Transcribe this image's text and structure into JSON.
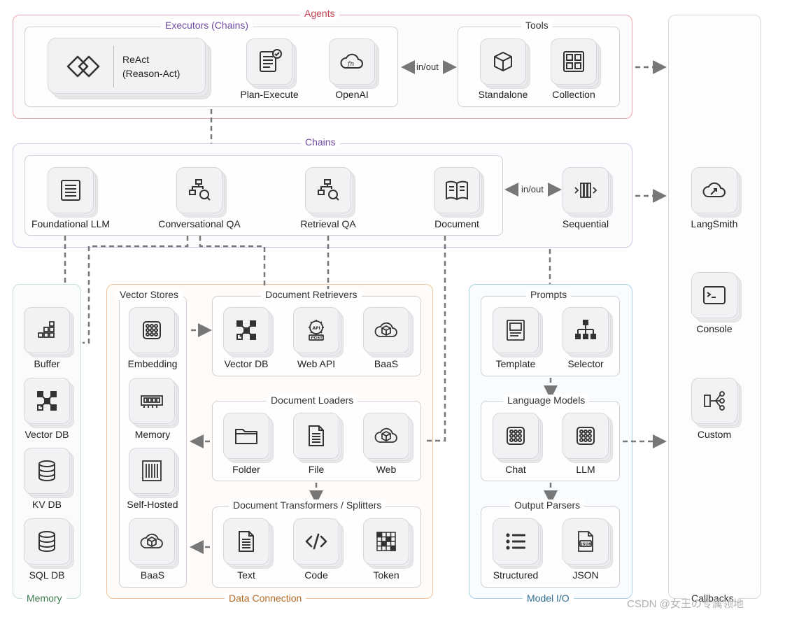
{
  "groups": {
    "agents": "Agents",
    "executors": "Executors (Chains)",
    "tools": "Tools",
    "chains": "Chains",
    "memory": "Memory",
    "data_connection": "Data Connection",
    "vector_stores": "Vector Stores",
    "document_retrievers": "Document Retrievers",
    "document_loaders": "Document Loaders",
    "document_transformers": "Document Transformers / Splitters",
    "model_io": "Model I/O",
    "prompts": "Prompts",
    "language_models": "Language Models",
    "output_parsers": "Output Parsers",
    "callbacks": "Callbacks"
  },
  "nodes": {
    "react_line1": "ReAct",
    "react_line2": "(Reason-Act)",
    "plan_execute": "Plan-Execute",
    "openai": "OpenAI",
    "standalone": "Standalone",
    "collection": "Collection",
    "foundational_llm": "Foundational LLM",
    "conversational_qa": "Conversational QA",
    "retrieval_qa": "Retrieval QA",
    "document": "Document",
    "sequential": "Sequential",
    "langsmith": "LangSmith",
    "console": "Console",
    "custom": "Custom",
    "buffer": "Buffer",
    "memory_vector_db": "Vector DB",
    "kv_db": "KV DB",
    "sql_db": "SQL DB",
    "embedding": "Embedding",
    "vs_memory": "Memory",
    "self_hosted": "Self-Hosted",
    "vs_baas": "BaaS",
    "retr_vector_db": "Vector DB",
    "web_api": "Web API",
    "retr_baas": "BaaS",
    "folder": "Folder",
    "file": "File",
    "web": "Web",
    "text": "Text",
    "code": "Code",
    "token": "Token",
    "template": "Template",
    "selector": "Selector",
    "chat": "Chat",
    "llm": "LLM",
    "structured": "Structured",
    "json": "JSON"
  },
  "connectors": {
    "inout_tools": "in/out",
    "inout_chains": "in/out"
  },
  "watermark": "CSDN @女王の专属领地",
  "colors": {
    "agents": "#eba5ad",
    "chains": "#d5c2e6",
    "memory": "#c9e0cf",
    "data_connection": "#efc49c",
    "model_io": "#a9d0e3",
    "arrow": "#777777"
  }
}
